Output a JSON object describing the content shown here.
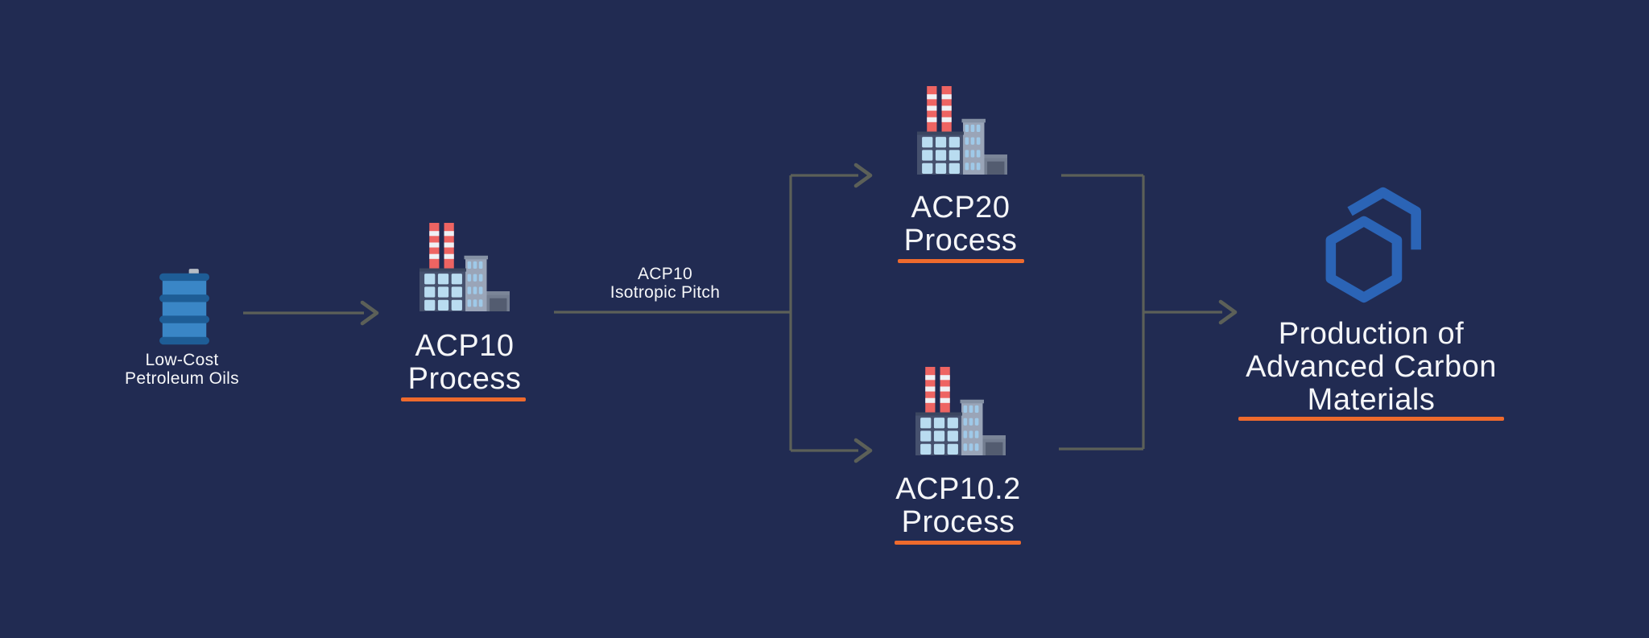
{
  "colors": {
    "background": "#212b52",
    "connector_gray": "#5c6058",
    "underline_orange": "#ee6a2d",
    "molecule_blue": "#2b64b6",
    "barrel_blue": "#3a86c6",
    "barrel_band_blue": "#1e5d96",
    "chimney_red": "#ee6462",
    "text_white": "#f5f6f8"
  },
  "nodes": {
    "petroleum_oils": {
      "icon": "oil-barrel-icon",
      "lines": [
        "Low-Cost",
        "Petroleum Oils"
      ]
    },
    "acp10": {
      "icon": "factory-icon",
      "lines": [
        "ACP10",
        "Process"
      ],
      "underlined": true
    },
    "acp20": {
      "icon": "factory-icon",
      "lines": [
        "ACP20",
        "Process"
      ],
      "underlined": true
    },
    "acp10_2": {
      "icon": "factory-icon",
      "lines": [
        "ACP10.2",
        "Process"
      ],
      "underlined": true
    },
    "production": {
      "icon": "hexagon-molecule-icon",
      "lines": [
        "Production of",
        "Advanced Carbon",
        "Materials"
      ],
      "underlined": true
    }
  },
  "edge_labels": {
    "acp10_output": {
      "lines": [
        "ACP10",
        "Isotropic Pitch"
      ]
    }
  },
  "edges": [
    {
      "from": "petroleum_oils",
      "to": "acp10"
    },
    {
      "from": "acp10",
      "to": "acp20",
      "label": "ACP10 Isotropic Pitch"
    },
    {
      "from": "acp10",
      "to": "acp10_2",
      "label": "ACP10 Isotropic Pitch"
    },
    {
      "from": "acp20",
      "to": "production"
    },
    {
      "from": "acp10_2",
      "to": "production"
    }
  ]
}
